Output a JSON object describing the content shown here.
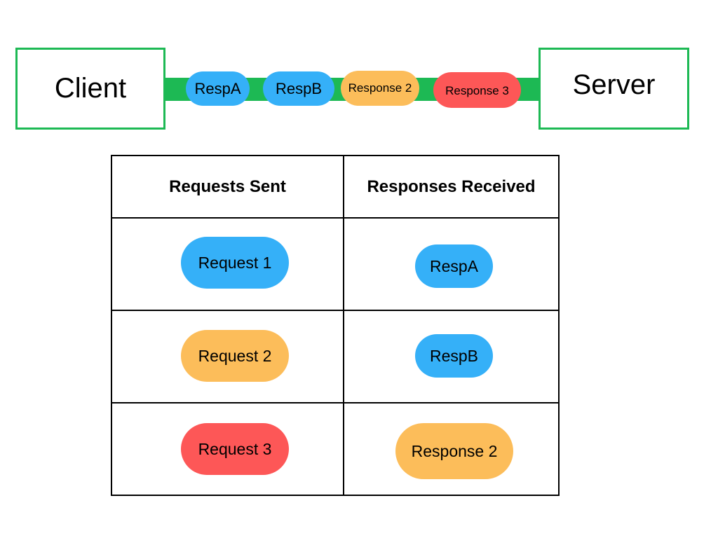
{
  "diagram": {
    "client_label": "Client",
    "server_label": "Server",
    "in_flight": [
      {
        "label": "RespA",
        "color": "#35b0f8"
      },
      {
        "label": "RespB",
        "color": "#35b0f8"
      },
      {
        "label": "Response 2",
        "color": "#fcbd5a"
      },
      {
        "label": "Response 3",
        "color": "#fd5757"
      }
    ],
    "pipe_color": "#1db954"
  },
  "table": {
    "headers": [
      "Requests Sent",
      "Responses Received"
    ],
    "rows": [
      {
        "request": {
          "label": "Request 1",
          "color": "#35b0f8"
        },
        "response": {
          "label": "RespA",
          "color": "#35b0f8"
        }
      },
      {
        "request": {
          "label": "Request 2",
          "color": "#fcbd5a"
        },
        "response": {
          "label": "RespB",
          "color": "#35b0f8"
        }
      },
      {
        "request": {
          "label": "Request 3",
          "color": "#fd5757"
        },
        "response": {
          "label": "Response 2",
          "color": "#fcbd5a"
        }
      }
    ]
  }
}
